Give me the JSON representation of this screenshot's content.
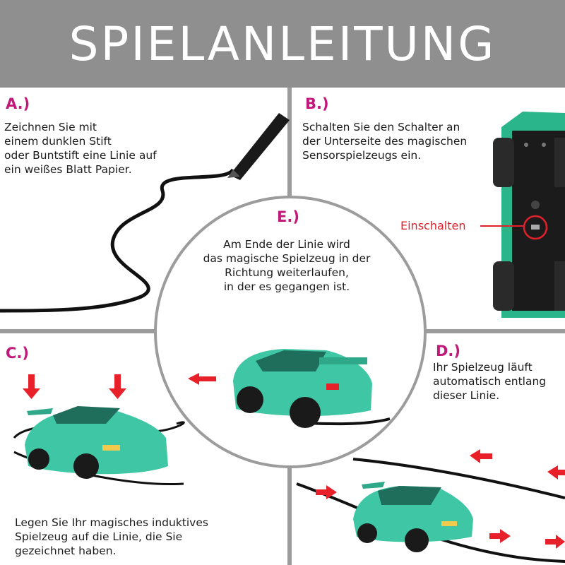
{
  "header": {
    "title": "SPIELANLEITUNG"
  },
  "colors": {
    "header_bg": "#8f8f8f",
    "letter": "#c2187a",
    "arrow": "#e8202a",
    "car": "#3fc7a5",
    "divider": "#9c9c9c"
  },
  "panels": {
    "a": {
      "letter": "A.)",
      "lines": [
        "Zeichnen Sie mit",
        "einem dunklen Stift",
        "oder Buntstift eine Linie auf",
        "ein weißes Blatt Papier."
      ]
    },
    "b": {
      "letter": "B.)",
      "lines": [
        "Schalten Sie den Schalter an",
        "der Unterseite des magischen",
        "Sensorspielzeugs ein."
      ],
      "callout": "Einschalten"
    },
    "c": {
      "letter": "C.)",
      "lines": [
        "Legen Sie Ihr magisches induktives",
        "Spielzeug auf die Linie, die Sie",
        "gezeichnet haben."
      ]
    },
    "d": {
      "letter": "D.)",
      "lines": [
        "Ihr Spielzeug läuft",
        "automatisch entlang",
        "dieser Linie."
      ]
    },
    "e": {
      "letter": "E.)",
      "lines": [
        "Am Ende der Linie wird",
        "das magische Spielzeug in der",
        "Richtung weiterlaufen,",
        "in der es gegangen ist."
      ]
    }
  },
  "icons": [
    "pen-icon",
    "toy-car-icon",
    "red-arrow-icon",
    "switch-icon"
  ]
}
